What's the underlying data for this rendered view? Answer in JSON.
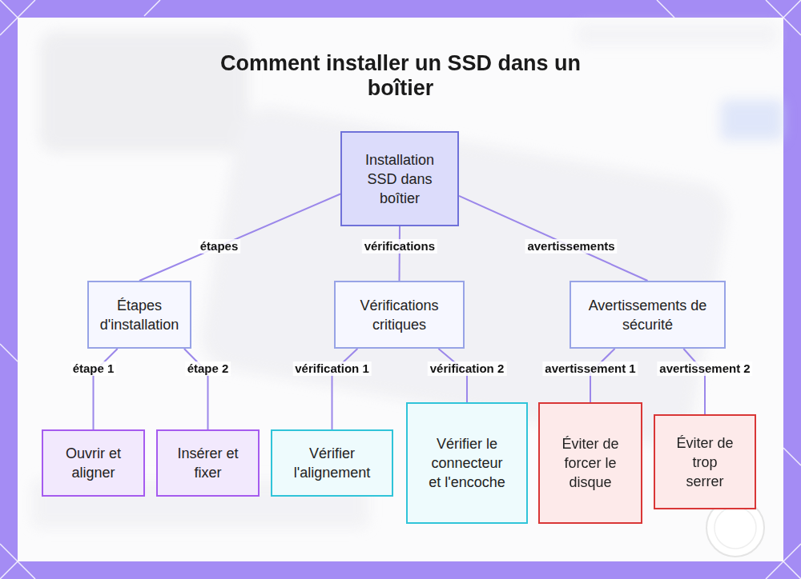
{
  "diagram": {
    "title": "Comment installer un SSD dans un boîtier",
    "nodes": [
      {
        "text": [
          "Installation SSD dans boîtier"
        ]
      },
      {
        "text": [
          "Étapes d'installation"
        ]
      },
      {
        "text": [
          "Vérifications critiques"
        ]
      },
      {
        "text": [
          "Avertissements de sécurité"
        ]
      },
      {
        "text": [
          "Ouvrir et aligner"
        ]
      },
      {
        "text": [
          "Insérer et fixer"
        ]
      },
      {
        "text": [
          "Vérifier l'alignement"
        ]
      },
      {
        "text": [
          "Vérifier le connecteur et l'encoche"
        ]
      },
      {
        "text": [
          "Éviter de forcer le disque"
        ]
      },
      {
        "text": [
          "Éviter de trop serrer"
        ]
      }
    ],
    "edges": [
      {
        "from": 0,
        "to": 1,
        "arrow": "none",
        "label": "étapes"
      },
      {
        "from": 0,
        "to": 2,
        "arrow": "none",
        "label": "vérifications"
      },
      {
        "from": 0,
        "to": 3,
        "arrow": "none",
        "label": "avertissements"
      },
      {
        "from": 1,
        "to": 4,
        "arrow": "none",
        "label": "étape 1"
      },
      {
        "from": 1,
        "to": 5,
        "arrow": "none",
        "label": "étape 2"
      },
      {
        "from": 2,
        "to": 6,
        "arrow": "none",
        "label": "vérification 1"
      },
      {
        "from": 2,
        "to": 7,
        "arrow": "none",
        "label": "vérification 2"
      },
      {
        "from": 3,
        "to": 8,
        "arrow": "none",
        "label": "avertissement 1"
      },
      {
        "from": 3,
        "to": 9,
        "arrow": "none",
        "label": "avertissement 2"
      }
    ]
  }
}
